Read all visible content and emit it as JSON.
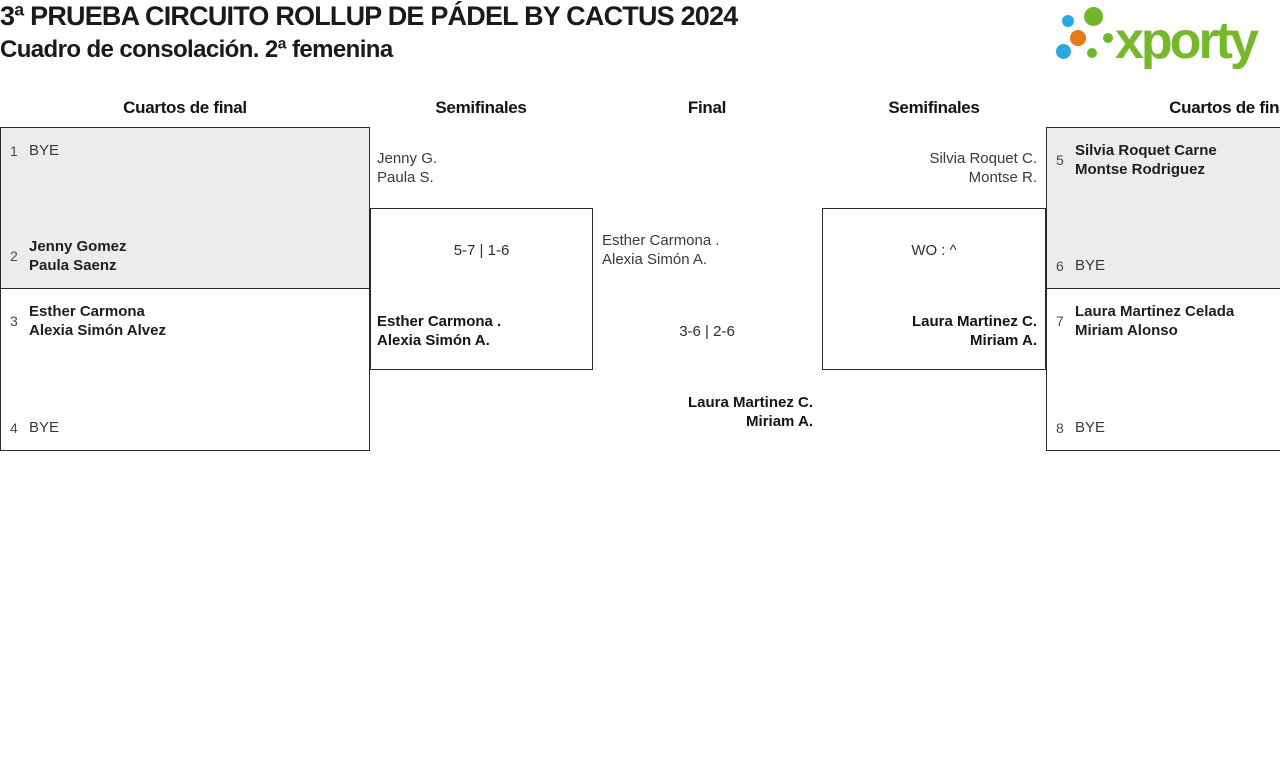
{
  "header": {
    "title": "3ª PRUEBA CIRCUITO ROLLUP DE PÁDEL BY CACTUS 2024",
    "subtitle": "Cuadro de consolación. 2ª femenina"
  },
  "logo": {
    "wordmark": "xporty",
    "colors": {
      "green": "#76b82a",
      "blue": "#2aa9e0",
      "orange": "#e87818"
    }
  },
  "rounds": [
    "Cuartos de final",
    "Semifinales",
    "Final",
    "Semifinales",
    "Cuartos de final"
  ],
  "matches": {
    "qf_left_top": {
      "slot1": {
        "seed": "1",
        "lines": [
          "BYE"
        ]
      },
      "slot2": {
        "seed": "2",
        "lines": [
          "Jenny Gomez",
          "Paula Saenz"
        ]
      }
    },
    "qf_left_bottom": {
      "slot1": {
        "seed": "3",
        "lines": [
          "Esther Carmona",
          "Alexia Simón Alvez"
        ]
      },
      "slot2": {
        "seed": "4",
        "lines": [
          "BYE"
        ]
      }
    },
    "sf_left": {
      "team1": [
        "Jenny G.",
        "Paula S."
      ],
      "score": "5-7 | 1-6",
      "team2": [
        "Esther Carmona .",
        "Alexia Simón A."
      ]
    },
    "final": {
      "team1": [
        "Esther Carmona .",
        "Alexia Simón A."
      ],
      "score": "3-6 | 2-6",
      "team2": [
        "Laura Martinez C.",
        "Miriam A."
      ]
    },
    "sf_right": {
      "team1": [
        "Silvia Roquet C.",
        "Montse R."
      ],
      "score": "WO : ^",
      "team2": [
        "Laura Martinez C.",
        "Miriam A."
      ]
    },
    "qf_right_top": {
      "slot1": {
        "seed": "5",
        "lines": [
          "Silvia Roquet Carne",
          "Montse Rodriguez"
        ]
      },
      "slot2": {
        "seed": "6",
        "lines": [
          "BYE"
        ]
      }
    },
    "qf_right_bottom": {
      "slot1": {
        "seed": "7",
        "lines": [
          "Laura Martinez Celada",
          "Miriam Alonso"
        ]
      },
      "slot2": {
        "seed": "8",
        "lines": [
          "BYE"
        ]
      }
    }
  }
}
